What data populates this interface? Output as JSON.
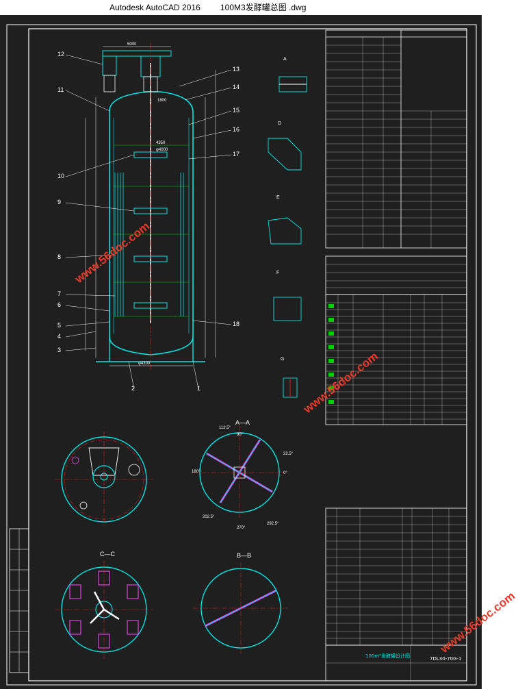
{
  "window": {
    "app_title": "Autodesk AutoCAD 2016",
    "file_name": "100M3发酵罐总图 .dwg"
  },
  "watermarks": [
    "www.56doc.com",
    "www.56doc.com",
    "www.56doc.com"
  ],
  "drawing": {
    "part_numbers": [
      "12",
      "11",
      "10",
      "9",
      "8",
      "7",
      "6",
      "5",
      "4",
      "3",
      "2",
      "1",
      "13",
      "14",
      "15",
      "16",
      "17",
      "18"
    ],
    "dimensions": {
      "top_width": "5000",
      "dim_1800": "1800",
      "dim_4350": "4350",
      "dim_4000": "φ4000",
      "dim_4300": "φ4300"
    },
    "section_labels": {
      "aa": "A—A",
      "bb": "B—B",
      "cc": "C—C"
    },
    "detail_labels": [
      "A",
      "D",
      "E",
      "F",
      "G"
    ],
    "angles": {
      "a1": "112.5°",
      "a2": "22.5°",
      "a3": "292.5°",
      "a4": "202.5°",
      "a5": "180°",
      "a6": "0°",
      "a7": "270°",
      "a8": "90°"
    },
    "title_block": {
      "title": "100m³发酵罐设计图",
      "drawing_no": "7DL30-70G-1"
    }
  },
  "colors": {
    "background": "#1f1f1f",
    "frame": "#ffffff",
    "tank": "#00e5e5",
    "centerline": "#e02020",
    "annotation": "#ffffff",
    "green": "#00d000",
    "magenta": "#e040e0"
  }
}
